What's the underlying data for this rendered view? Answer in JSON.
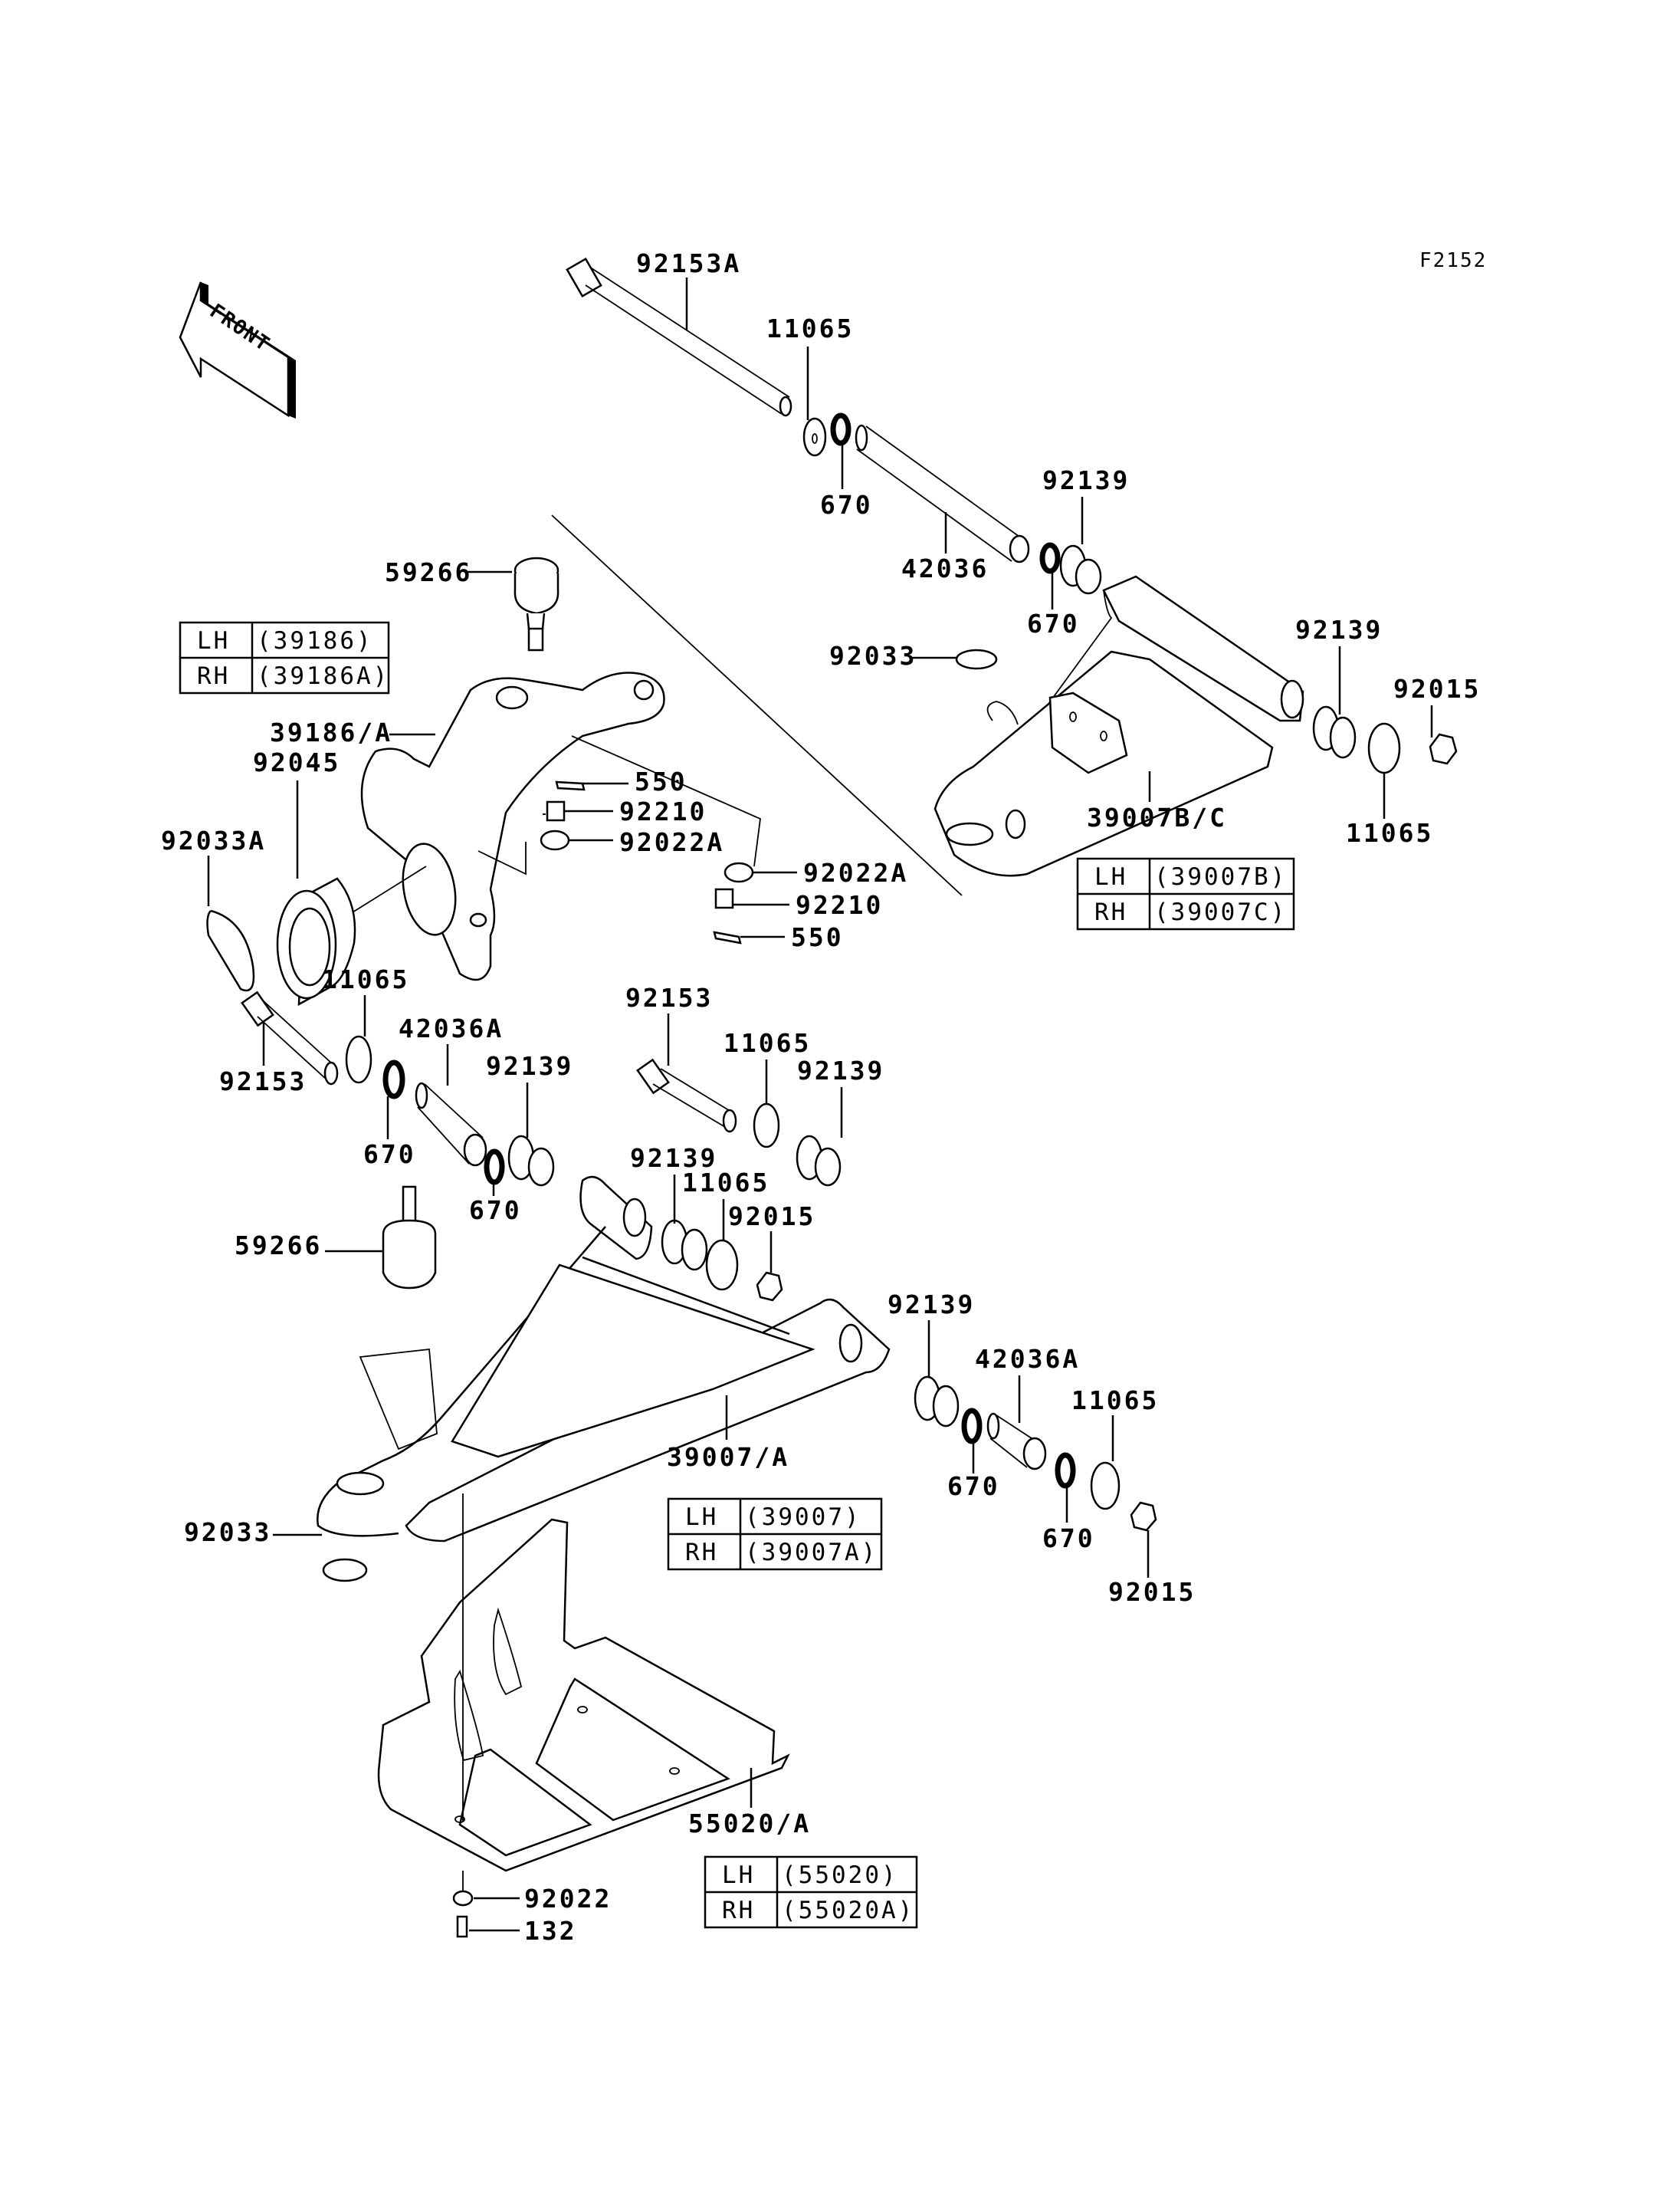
{
  "diagram_code": "F2152",
  "front_arrow": {
    "label": "FRONT"
  },
  "labels": [
    {
      "id": "upper-bolt",
      "text": "92153A"
    },
    {
      "id": "upper-washer-left",
      "text": "11065"
    },
    {
      "id": "upper-oring-left",
      "text": "670"
    },
    {
      "id": "upper-collar",
      "text": "42036"
    },
    {
      "id": "upper-bushing-left",
      "text": "92139"
    },
    {
      "id": "upper-oring-right",
      "text": "670"
    },
    {
      "id": "upper-snapring",
      "text": "92033"
    },
    {
      "id": "upper-bushing-right",
      "text": "92139"
    },
    {
      "id": "upper-nut",
      "text": "92015"
    },
    {
      "id": "upper-washer-right",
      "text": "11065"
    },
    {
      "id": "upper-arm",
      "text": "39007B/C"
    },
    {
      "id": "upper-balljoint",
      "text": "59266"
    },
    {
      "id": "knuckle",
      "text": "39186/A"
    },
    {
      "id": "bearing",
      "text": "92045"
    },
    {
      "id": "bearing-circlip",
      "text": "92033A"
    },
    {
      "id": "cotter-pin-1",
      "text": "550"
    },
    {
      "id": "castle-nut-1",
      "text": "92210"
    },
    {
      "id": "washer-1",
      "text": "92022A"
    },
    {
      "id": "washer-2",
      "text": "92022A"
    },
    {
      "id": "castle-nut-2",
      "text": "92210"
    },
    {
      "id": "cotter-pin-2",
      "text": "550"
    },
    {
      "id": "lower-bolt-left",
      "text": "92153"
    },
    {
      "id": "lower-washer-left",
      "text": "11065"
    },
    {
      "id": "lower-collar-left",
      "text": "42036A"
    },
    {
      "id": "lower-oring-1",
      "text": "670"
    },
    {
      "id": "lower-bushing-1",
      "text": "92139"
    },
    {
      "id": "lower-oring-2",
      "text": "670"
    },
    {
      "id": "lower-balljoint",
      "text": "59266"
    },
    {
      "id": "lower-bolt-right",
      "text": "92153"
    },
    {
      "id": "lower-washer-mid",
      "text": "11065"
    },
    {
      "id": "lower-bushing-2",
      "text": "92139"
    },
    {
      "id": "lower-bushing-3",
      "text": "92139"
    },
    {
      "id": "lower-washer-mid2",
      "text": "11065"
    },
    {
      "id": "lower-nut-mid",
      "text": "92015"
    },
    {
      "id": "lower-bushing-4",
      "text": "92139"
    },
    {
      "id": "lower-collar-right",
      "text": "42036A"
    },
    {
      "id": "lower-washer-right",
      "text": "11065"
    },
    {
      "id": "lower-oring-3",
      "text": "670"
    },
    {
      "id": "lower-oring-4",
      "text": "670"
    },
    {
      "id": "lower-nut-right",
      "text": "92015"
    },
    {
      "id": "lower-arm",
      "text": "39007/A"
    },
    {
      "id": "lower-snapring",
      "text": "92033"
    },
    {
      "id": "skid-plate",
      "text": "55020/A"
    },
    {
      "id": "skid-washer",
      "text": "92022"
    },
    {
      "id": "skid-bolt",
      "text": "132"
    }
  ],
  "side_tables": [
    {
      "id": "knuckle-table",
      "rows": [
        {
          "side": "LH",
          "part": "(39186)"
        },
        {
          "side": "RH",
          "part": "(39186A)"
        }
      ]
    },
    {
      "id": "upper-arm-table",
      "rows": [
        {
          "side": "LH",
          "part": "(39007B)"
        },
        {
          "side": "RH",
          "part": "(39007C)"
        }
      ]
    },
    {
      "id": "lower-arm-table",
      "rows": [
        {
          "side": "LH",
          "part": "(39007)"
        },
        {
          "side": "RH",
          "part": "(39007A)"
        }
      ]
    },
    {
      "id": "skid-table",
      "rows": [
        {
          "side": "LH",
          "part": "(55020)"
        },
        {
          "side": "RH",
          "part": "(55020A)"
        }
      ]
    }
  ]
}
